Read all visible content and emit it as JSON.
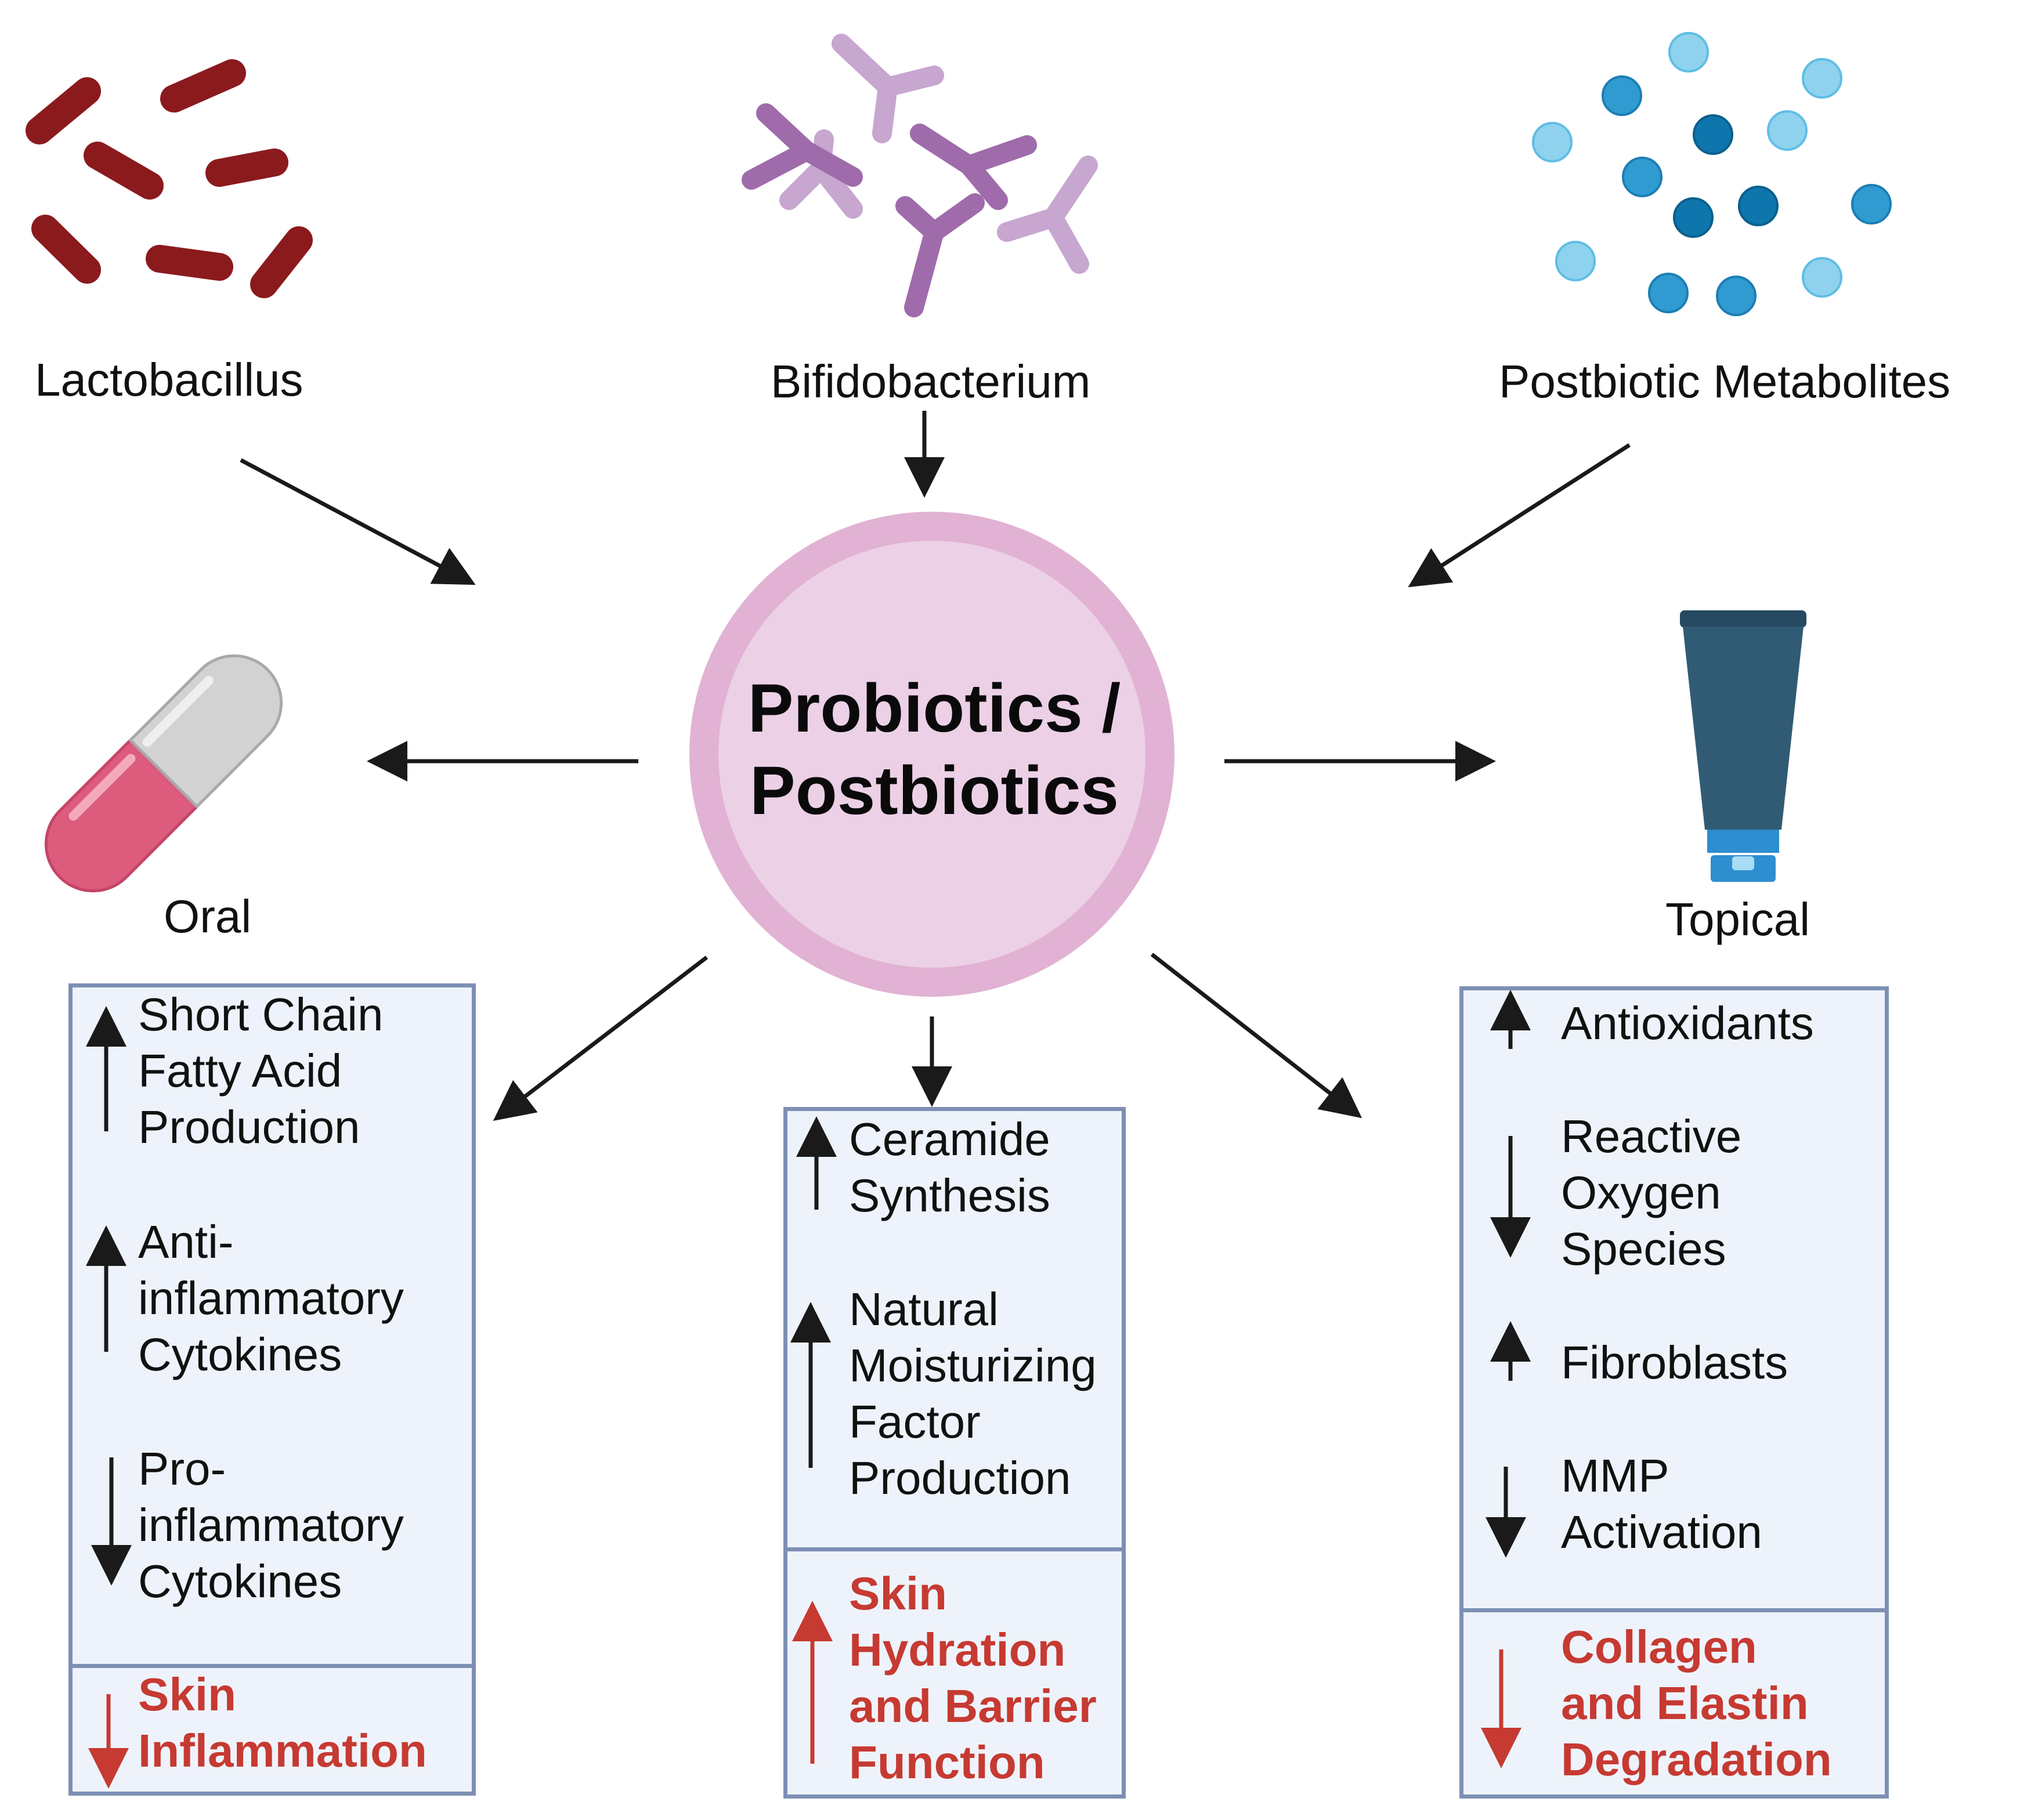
{
  "sources": {
    "lactobacillus": "Lactobacillus",
    "bifidobacterium": "Bifidobacterium",
    "postbiotic": "Postbiotic Metabolites"
  },
  "center": {
    "line1": "Probiotics /",
    "line2": "Postbiotics"
  },
  "routes": {
    "oral": "Oral",
    "topical": "Topical"
  },
  "left_box": {
    "items": [
      {
        "lines": [
          "Short Chain",
          "Fatty Acid",
          "Production"
        ],
        "direction": "up"
      },
      {
        "lines": [
          "Anti-",
          "inflammatory",
          "Cytokines"
        ],
        "direction": "up"
      },
      {
        "lines": [
          "Pro-",
          "inflammatory",
          "Cytokines"
        ],
        "direction": "down"
      }
    ],
    "outcome": {
      "lines": [
        "Skin",
        "Inflammation"
      ],
      "direction": "down"
    }
  },
  "middle_box": {
    "items": [
      {
        "lines": [
          "Ceramide",
          "Synthesis"
        ],
        "direction": "up"
      },
      {
        "lines": [
          "Natural",
          "Moisturizing",
          "Factor",
          "Production"
        ],
        "direction": "up"
      }
    ],
    "outcome": {
      "lines": [
        "Skin",
        "Hydration",
        "and Barrier",
        "Function"
      ],
      "direction": "up"
    }
  },
  "right_box": {
    "items": [
      {
        "lines": [
          "Antioxidants"
        ],
        "direction": "up"
      },
      {
        "lines": [
          "Reactive",
          "Oxygen",
          "Species"
        ],
        "direction": "down"
      },
      {
        "lines": [
          "Fibroblasts"
        ],
        "direction": "up"
      },
      {
        "lines": [
          "MMP",
          "Activation"
        ],
        "direction": "down"
      }
    ],
    "outcome": {
      "lines": [
        "Collagen",
        "and Elastin",
        "Degradation"
      ],
      "direction": "down"
    }
  },
  "colors": {
    "lacto": "#8b1a1d",
    "bifido": "#9f6bab",
    "bifido_light": "#c7a6cf",
    "metabolite": "#2f9bd0",
    "metabolite_light": "#8fd2ee",
    "center_fill": "#ecd0e6",
    "center_ring": "#e1b2d3",
    "pill_red": "#dd5b7c",
    "pill_gray": "#c9c9c9",
    "tube": "#315b74",
    "tube_cap": "#2d8fd0",
    "box_fill": "#eef3fb",
    "box_border": "#7d8fb3",
    "outcome": "#c63a32"
  },
  "icons": [
    "rod-bacteria-icon",
    "branched-bacteria-icon",
    "metabolite-dots-icon",
    "capsule-icon",
    "cream-tube-icon"
  ]
}
